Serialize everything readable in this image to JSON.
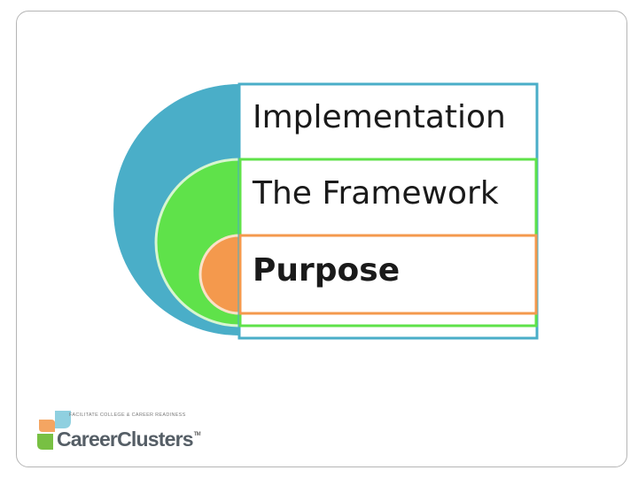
{
  "diagram": {
    "layers": [
      {
        "id": "outer",
        "label": "Implementation",
        "color": "#4aaec8",
        "bold": false
      },
      {
        "id": "middle",
        "label": "The Framework",
        "color": "#5fe24a",
        "bold": false
      },
      {
        "id": "inner",
        "label": "Purpose",
        "color": "#f4994d",
        "bold": true
      }
    ]
  },
  "logo": {
    "tagline": "FACILITATE COLLEGE & CAREER READINESS",
    "word_part1": "Career",
    "word_part2": "Clusters",
    "trademark": "TM",
    "colors": {
      "teal": "#8fd0e0",
      "orange": "#f4a562",
      "green": "#78c043",
      "text": "#555e66"
    }
  }
}
